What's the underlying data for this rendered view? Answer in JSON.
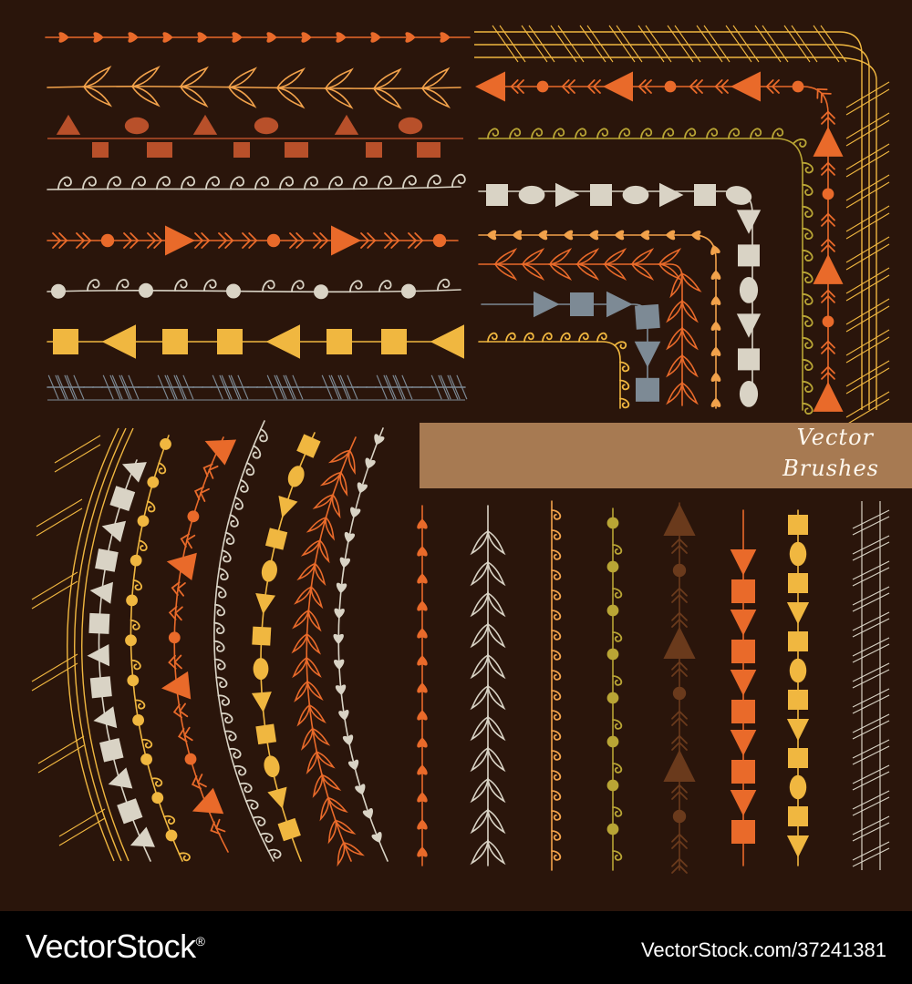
{
  "colors": {
    "background": "#2a150b",
    "banner": "#a77a52",
    "banner_text": "#fff8ee",
    "orange": "#e96a2a",
    "peach": "#f2a24b",
    "rust": "#b8502a",
    "cream": "#d9d3c5",
    "yellow": "#f0b740",
    "olive": "#b9a535",
    "slate": "#7d8a95",
    "brown": "#6a3a1c",
    "footer_bg": "#000000",
    "footer_text": "#ffffff"
  },
  "banner": {
    "line1": "Vector",
    "line2": "Brushes"
  },
  "watermark": {
    "brand": "VectorStock",
    "registered": "®",
    "id_text": "VectorStock.com/37241381"
  },
  "icons": {
    "heart": "heart-icon",
    "leaf": "leaf-icon",
    "curl": "curl-icon",
    "arrow": "arrowhead-icon",
    "triangle": "triangle-icon",
    "square": "square-icon",
    "dot": "dot-icon",
    "oval": "oval-icon",
    "hatch": "crosshatch-icon"
  }
}
